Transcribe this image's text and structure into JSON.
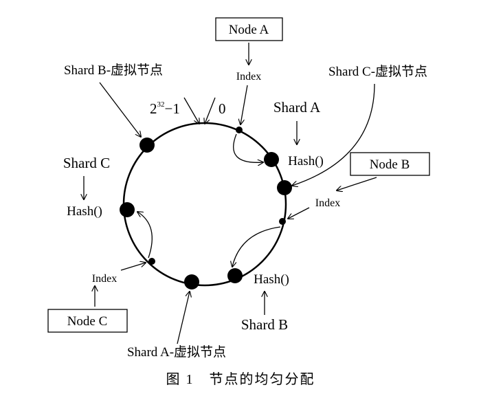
{
  "figure": {
    "caption": "图 1　节点的均匀分配"
  },
  "ring": {
    "top_left_label_base": "2",
    "top_left_label_exp": "32",
    "top_left_label_tail": "−1",
    "top_right_label": "0"
  },
  "nodes": [
    {
      "id": "node-a",
      "label": "Node A"
    },
    {
      "id": "node-b",
      "label": "Node B"
    },
    {
      "id": "node-c",
      "label": "Node C"
    }
  ],
  "shards": [
    {
      "id": "shard-a",
      "label": "Shard A"
    },
    {
      "id": "shard-b",
      "label": "Shard B"
    },
    {
      "id": "shard-c",
      "label": "Shard C"
    }
  ],
  "virtual_nodes": [
    {
      "id": "shard-a-virtual",
      "label": "Shard A-虚拟节点"
    },
    {
      "id": "shard-b-virtual",
      "label": "Shard B-虚拟节点"
    },
    {
      "id": "shard-c-virtual",
      "label": "Shard C-虚拟节点"
    }
  ],
  "operations": {
    "index": "Index",
    "hash": "Hash()"
  }
}
